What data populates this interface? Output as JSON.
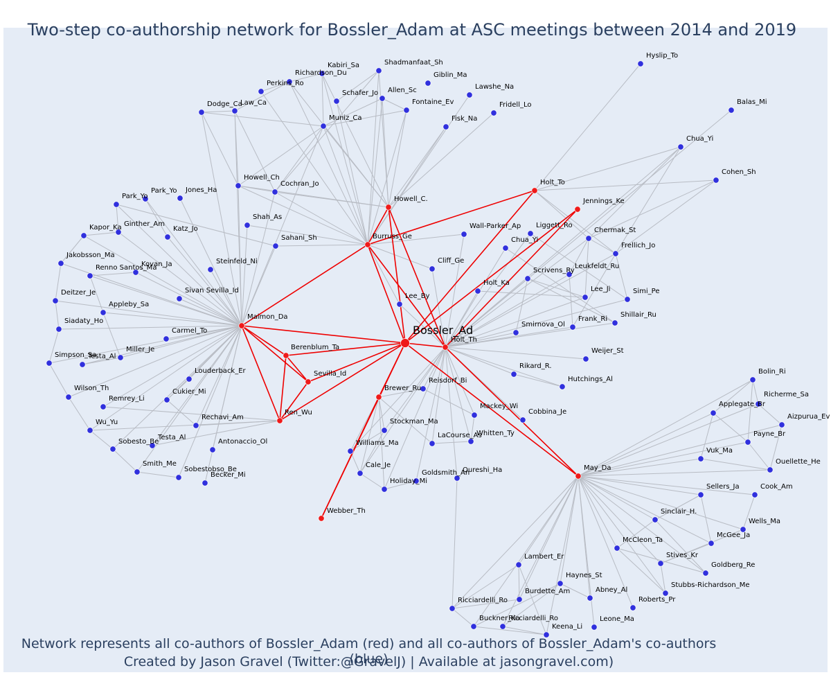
{
  "title": "Two-step co-authorship network for Bossler_Adam at ASC meetings between 2014 and 2019",
  "caption_line1": "Network represents all co-authors of Bossler_Adam (red) and all co-authors of Bossler_Adam's co-authors (blue)",
  "caption_line2": "Created by Jason Gravel (Twitter:@GravelJ) | Available at jasongravel.com)",
  "colors": {
    "background": "#e5ecf6",
    "ego": "#ef1a1a",
    "coauthor": "#ef1a1a",
    "second_step": "#3030dd",
    "edge_red": "#ee0000",
    "edge_gray": "#b8bcc4"
  },
  "network": {
    "ego": "Bossler_Ad",
    "nodes": [
      {
        "label": "Bossler_Ad",
        "group": "ego"
      },
      {
        "label": "Holt_Th",
        "group": "coauthor"
      },
      {
        "label": "Maimon_Da",
        "group": "coauthor"
      },
      {
        "label": "Burruss_Ge",
        "group": "coauthor"
      },
      {
        "label": "Howell_C.",
        "group": "coauthor"
      },
      {
        "label": "Holt_To",
        "group": "coauthor"
      },
      {
        "label": "Jennings_Ke",
        "group": "coauthor"
      },
      {
        "label": "Berenblum_Ta",
        "group": "coauthor"
      },
      {
        "label": "Sevilla_Id",
        "group": "coauthor"
      },
      {
        "label": "Ren_Wu",
        "group": "coauthor"
      },
      {
        "label": "Brewer_Ru",
        "group": "coauthor"
      },
      {
        "label": "Webber_Th",
        "group": "coauthor"
      },
      {
        "label": "May_Da",
        "group": "coauthor"
      },
      {
        "label": "Lee_By",
        "group": "second_step"
      },
      {
        "label": "Cliff_Ge",
        "group": "second_step"
      },
      {
        "label": "Wall-Parker_Ap",
        "group": "second_step"
      },
      {
        "label": "Hyslip_To",
        "group": "second_step"
      },
      {
        "label": "Balas_Mi",
        "group": "second_step"
      },
      {
        "label": "Chua_Yi",
        "group": "second_step"
      },
      {
        "label": "Cohen_Sh",
        "group": "second_step"
      },
      {
        "label": "Liggett_Ro",
        "group": "second_step"
      },
      {
        "label": "Chua_Yi",
        "group": "second_step"
      },
      {
        "label": "Chermak_St",
        "group": "second_step"
      },
      {
        "label": "Frellich_Jo",
        "group": "second_step"
      },
      {
        "label": "Scrivens_Ry",
        "group": "second_step"
      },
      {
        "label": "Leukfeldt_Ru",
        "group": "second_step"
      },
      {
        "label": "Holt_Ka",
        "group": "second_step"
      },
      {
        "label": "Lee_Ji",
        "group": "second_step"
      },
      {
        "label": "Simi_Pe",
        "group": "second_step"
      },
      {
        "label": "Frank_Ri",
        "group": "second_step"
      },
      {
        "label": "Shillair_Ru",
        "group": "second_step"
      },
      {
        "label": "Smirnova_Ol",
        "group": "second_step"
      },
      {
        "label": "Weijer_St",
        "group": "second_step"
      },
      {
        "label": "Rikard_R.",
        "group": "second_step"
      },
      {
        "label": "Hutchings_Al",
        "group": "second_step"
      },
      {
        "label": "Cobbina_Je",
        "group": "second_step"
      },
      {
        "label": "Reisdorf_Bi",
        "group": "second_step"
      },
      {
        "label": "Mackey_Wi",
        "group": "second_step"
      },
      {
        "label": "Stockman_Ma",
        "group": "second_step"
      },
      {
        "label": "Whitten_Ty",
        "group": "second_step"
      },
      {
        "label": "LaCourse_As",
        "group": "second_step"
      },
      {
        "label": "Williams_Ma",
        "group": "second_step"
      },
      {
        "label": "Cale_Je",
        "group": "second_step"
      },
      {
        "label": "Goldsmith_An",
        "group": "second_step"
      },
      {
        "label": "Qureshi_Ha",
        "group": "second_step"
      },
      {
        "label": "Holiday_Mi",
        "group": "second_step"
      },
      {
        "label": "Kabiri_Sa",
        "group": "second_step"
      },
      {
        "label": "Shadmanfaat_Sh",
        "group": "second_step"
      },
      {
        "label": "Richardson_Du",
        "group": "second_step"
      },
      {
        "label": "Giblin_Ma",
        "group": "second_step"
      },
      {
        "label": "Perkins_Ro",
        "group": "second_step"
      },
      {
        "label": "Schafer_Jo",
        "group": "second_step"
      },
      {
        "label": "Allen_Sc",
        "group": "second_step"
      },
      {
        "label": "Lawshe_Na",
        "group": "second_step"
      },
      {
        "label": "Dodge_Ca",
        "group": "second_step"
      },
      {
        "label": "Law_Ca",
        "group": "second_step"
      },
      {
        "label": "Fontaine_Ev",
        "group": "second_step"
      },
      {
        "label": "Fridell_Lo",
        "group": "second_step"
      },
      {
        "label": "Muniz_Ca",
        "group": "second_step"
      },
      {
        "label": "Fisk_Na",
        "group": "second_step"
      },
      {
        "label": "Howell_Ch",
        "group": "second_step"
      },
      {
        "label": "Cochran_Jo",
        "group": "second_step"
      },
      {
        "label": "Park_Yo",
        "group": "second_step"
      },
      {
        "label": "Park_Yo",
        "group": "second_step"
      },
      {
        "label": "Jones_Ha",
        "group": "second_step"
      },
      {
        "label": "Shah_As",
        "group": "second_step"
      },
      {
        "label": "Sahani_Sh",
        "group": "second_step"
      },
      {
        "label": "Ginther_Am",
        "group": "second_step"
      },
      {
        "label": "Kapor_Ka",
        "group": "second_step"
      },
      {
        "label": "Katz_Jo",
        "group": "second_step"
      },
      {
        "label": "Jakobsson_Ma",
        "group": "second_step"
      },
      {
        "label": "Kovan_Ja",
        "group": "second_step"
      },
      {
        "label": "Renno Santos_Ma",
        "group": "second_step"
      },
      {
        "label": "Steinfeld_Ni",
        "group": "second_step"
      },
      {
        "label": "Deitzer_Je",
        "group": "second_step"
      },
      {
        "label": "Sivan Sevilla_Id",
        "group": "second_step"
      },
      {
        "label": "Appleby_Sa",
        "group": "second_step"
      },
      {
        "label": "Siadaty_Ho",
        "group": "second_step"
      },
      {
        "label": "Carmel_To",
        "group": "second_step"
      },
      {
        "label": "Miller_Je",
        "group": "second_step"
      },
      {
        "label": "Simpson_Sa",
        "group": "second_step"
      },
      {
        "label": "Testa_Al",
        "group": "second_step"
      },
      {
        "label": "Louderback_Er",
        "group": "second_step"
      },
      {
        "label": "Wilson_Th",
        "group": "second_step"
      },
      {
        "label": "Remrey_Li",
        "group": "second_step"
      },
      {
        "label": "Cukier_Mi",
        "group": "second_step"
      },
      {
        "label": "Wu_Yu",
        "group": "second_step"
      },
      {
        "label": "Rechavi_Am",
        "group": "second_step"
      },
      {
        "label": "Sobesto_Be",
        "group": "second_step"
      },
      {
        "label": "Testa_Al",
        "group": "second_step"
      },
      {
        "label": "Antonaccio_Ol",
        "group": "second_step"
      },
      {
        "label": "Smith_Me",
        "group": "second_step"
      },
      {
        "label": "Sobestobso_Be",
        "group": "second_step"
      },
      {
        "label": "Becker_Mi",
        "group": "second_step"
      },
      {
        "label": "Bolin_Ri",
        "group": "second_step"
      },
      {
        "label": "Richerme_Sa",
        "group": "second_step"
      },
      {
        "label": "Applegate_Br",
        "group": "second_step"
      },
      {
        "label": "Aizpurua_Ev",
        "group": "second_step"
      },
      {
        "label": "Payne_Br",
        "group": "second_step"
      },
      {
        "label": "Vuk_Ma",
        "group": "second_step"
      },
      {
        "label": "Ouellette_He",
        "group": "second_step"
      },
      {
        "label": "Sellers_Ja",
        "group": "second_step"
      },
      {
        "label": "Cook_Am",
        "group": "second_step"
      },
      {
        "label": "Sinclair_H.",
        "group": "second_step"
      },
      {
        "label": "Wells_Ma",
        "group": "second_step"
      },
      {
        "label": "McGee_Ja",
        "group": "second_step"
      },
      {
        "label": "McCleon_Ta",
        "group": "second_step"
      },
      {
        "label": "Stives_Kr",
        "group": "second_step"
      },
      {
        "label": "Goldberg_Re",
        "group": "second_step"
      },
      {
        "label": "Lambert_Er",
        "group": "second_step"
      },
      {
        "label": "Haynes_St",
        "group": "second_step"
      },
      {
        "label": "Abney_Al",
        "group": "second_step"
      },
      {
        "label": "Stubbs-Richardson_Me",
        "group": "second_step"
      },
      {
        "label": "Burdette_Am",
        "group": "second_step"
      },
      {
        "label": "Roberts_Pr",
        "group": "second_step"
      },
      {
        "label": "Ricciardelli_Ro",
        "group": "second_step"
      },
      {
        "label": "Leone_Ma",
        "group": "second_step"
      },
      {
        "label": "Buckner_Ka",
        "group": "second_step"
      },
      {
        "label": "Ricciardelli_Ro",
        "group": "second_step"
      },
      {
        "label": "Keena_Li",
        "group": "second_step"
      }
    ]
  }
}
